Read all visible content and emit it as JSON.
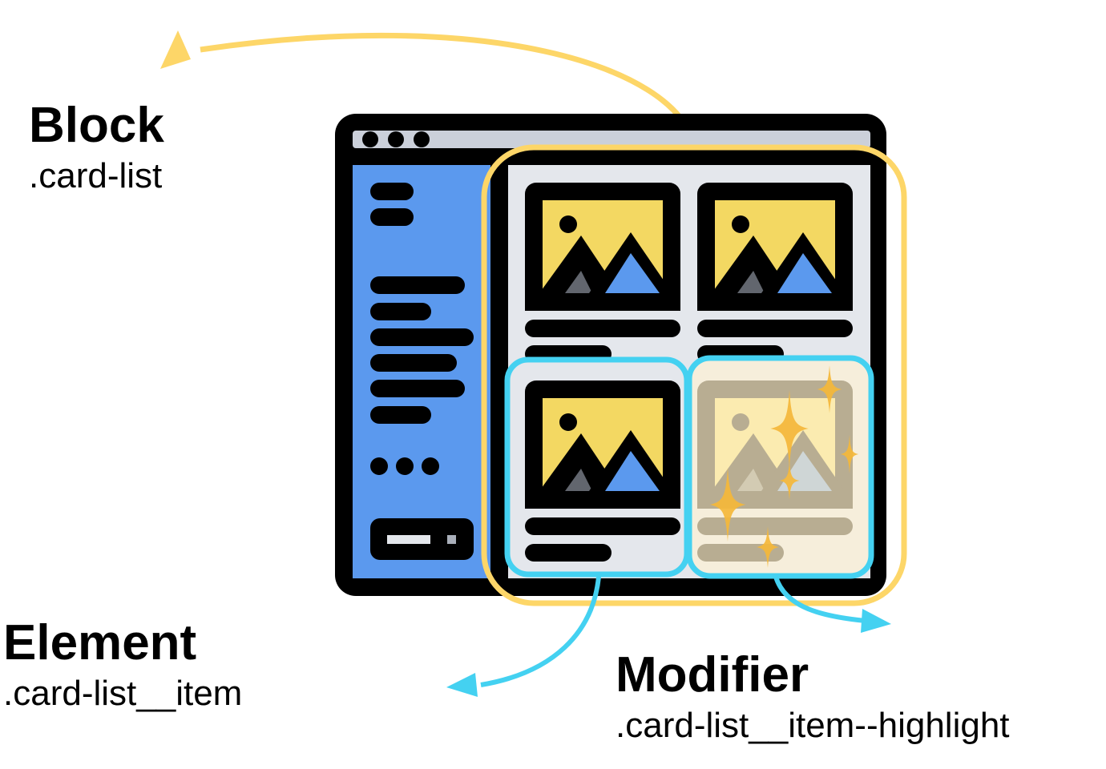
{
  "labels": {
    "block": {
      "title": "Block",
      "code": ".card-list"
    },
    "element": {
      "title": "Element",
      "code": ".card-list__item"
    },
    "modifier": {
      "title": "Modifier",
      "code": ".card-list__item--highlight"
    }
  },
  "colors": {
    "frame": "#000000",
    "titlebar": "#cbd0da",
    "sidebar": "#5b99ee",
    "content": "#e4e7ec",
    "image_bg": "#f3d862",
    "mountain_blue": "#5b99ee",
    "mountain_gray": "#62666e",
    "block_outline": "#fdd668",
    "element_outline": "#44d1f1",
    "highlight_bg": "#f6eedb",
    "highlight_muted": "#b8ad92",
    "sparkle": "#f5b83a",
    "button_bar": "#e4e7ec",
    "button_square": "#a9afba"
  },
  "icons": {
    "window_controls": "three-dots-icon",
    "sidebar_more": "ellipsis-icon",
    "card_image": "image-mountain-icon",
    "sparkles": "sparkle-icon"
  }
}
